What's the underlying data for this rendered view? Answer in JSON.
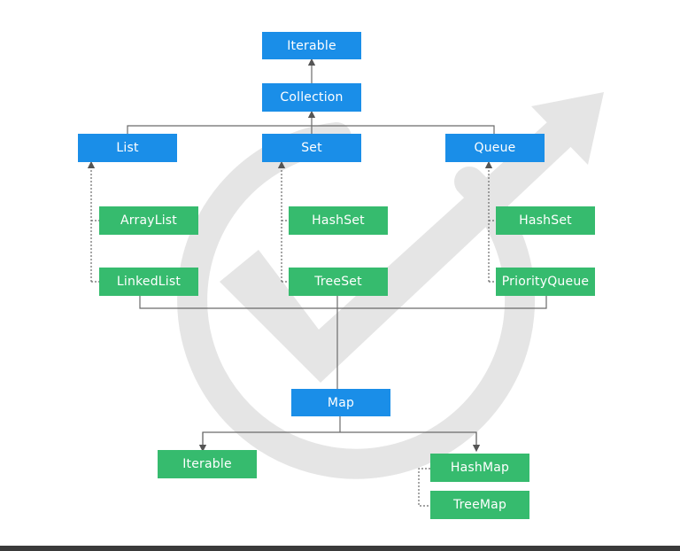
{
  "colors": {
    "interface_box": "#1a8ee8",
    "class_box": "#36bb6e",
    "connector": "#6b6b6b",
    "watermark": "#e3e3e3"
  },
  "nodes": {
    "iterable_top": "Iterable",
    "collection": "Collection",
    "list": "List",
    "set": "Set",
    "queue": "Queue",
    "arraylist": "ArrayList",
    "linkedlist": "LinkedList",
    "hashset": "HashSet",
    "treeset": "TreeSet",
    "queue_hashset": "HashSet",
    "priorityqueue": "PriorityQueue",
    "map": "Map",
    "map_iterable": "Iterable",
    "hashmap": "HashMap",
    "treemap": "TreeMap"
  },
  "watermark_icon": "rocket-checkmark-logo"
}
